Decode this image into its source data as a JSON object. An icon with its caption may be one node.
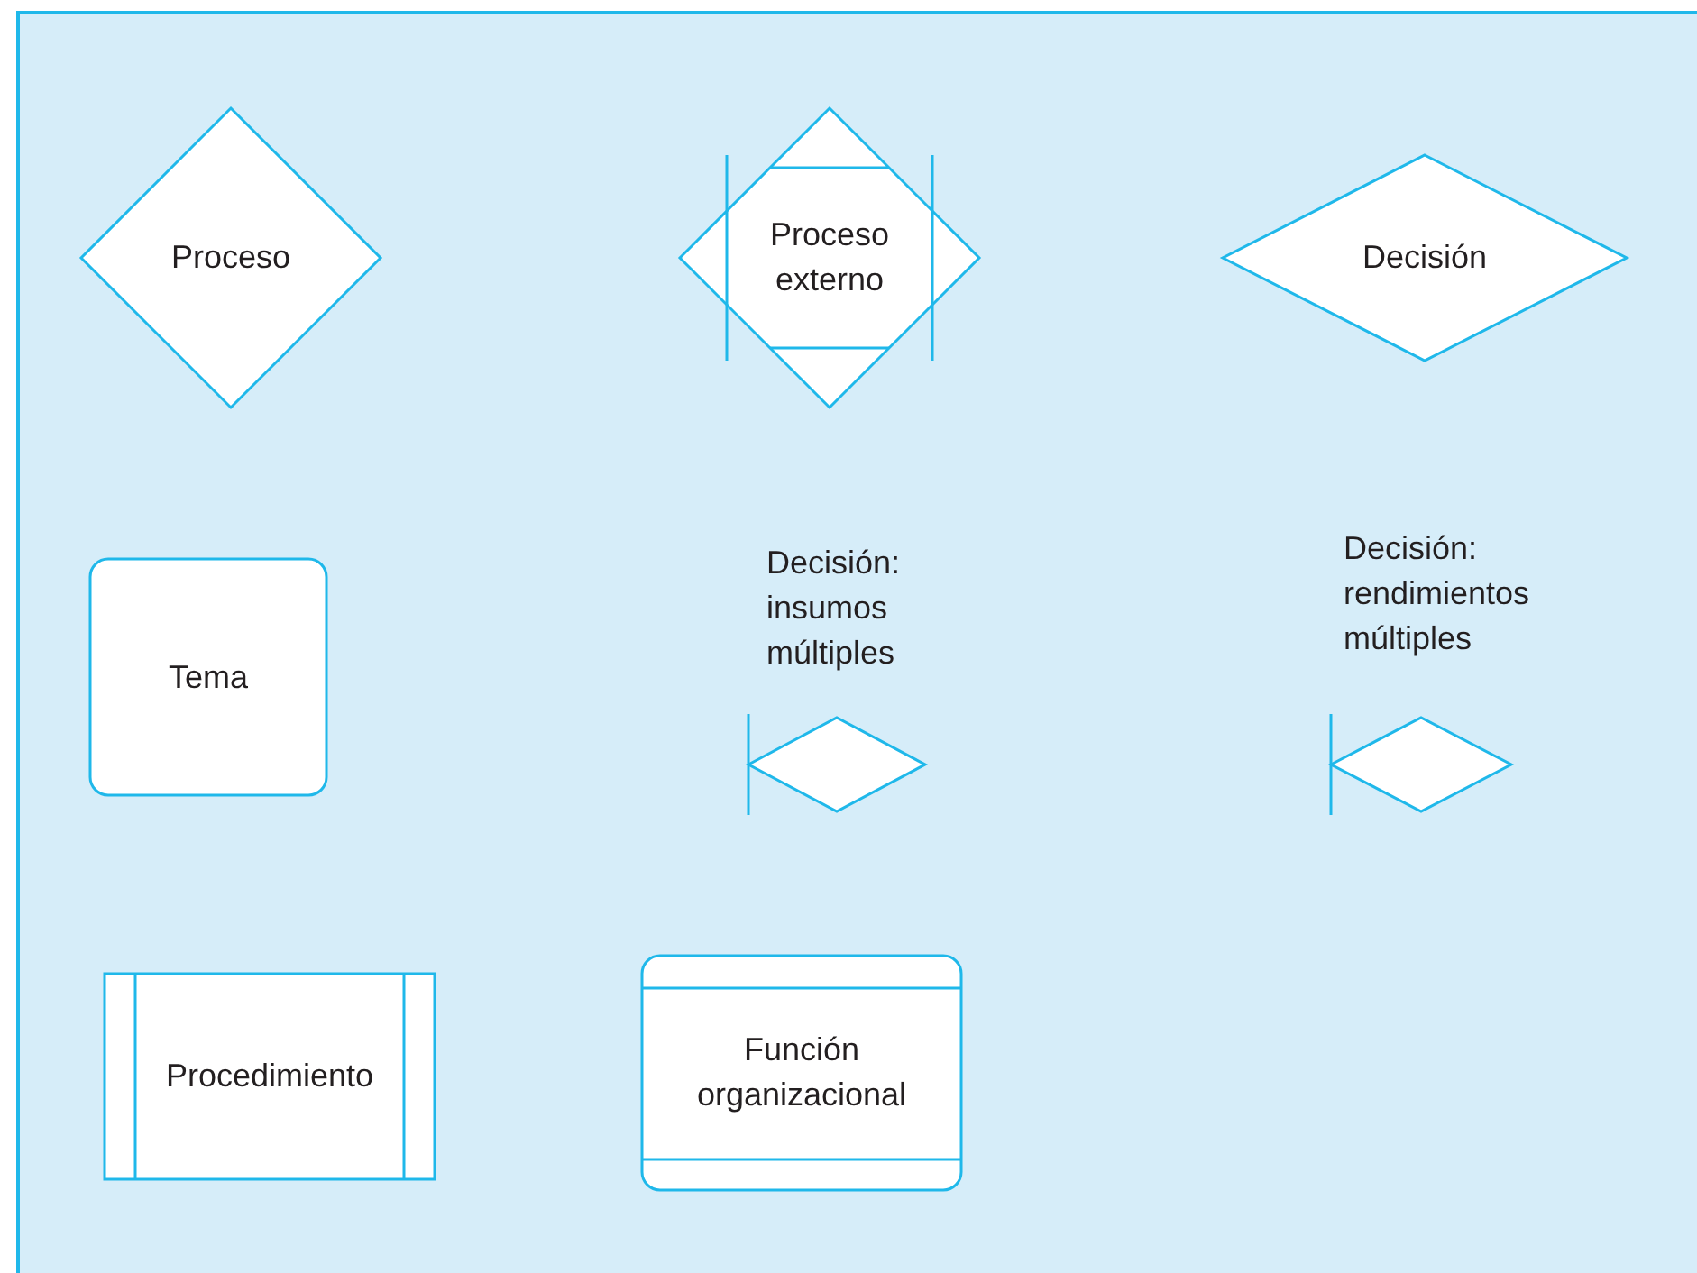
{
  "diagram": {
    "nodes": [
      {
        "text": [
          "Proceso"
        ]
      },
      {
        "text": [
          "Proceso externo"
        ]
      },
      {
        "text": [
          "Decisión"
        ]
      },
      {
        "text": [
          "Tema"
        ]
      },
      {
        "text": [
          "Decisión: insumos múltiples"
        ]
      },
      {
        "text": [
          "Decisión: rendimientos múltiples"
        ]
      },
      {
        "text": [
          "Procedimiento"
        ]
      },
      {
        "text": [
          "Función organizacional"
        ]
      }
    ]
  }
}
